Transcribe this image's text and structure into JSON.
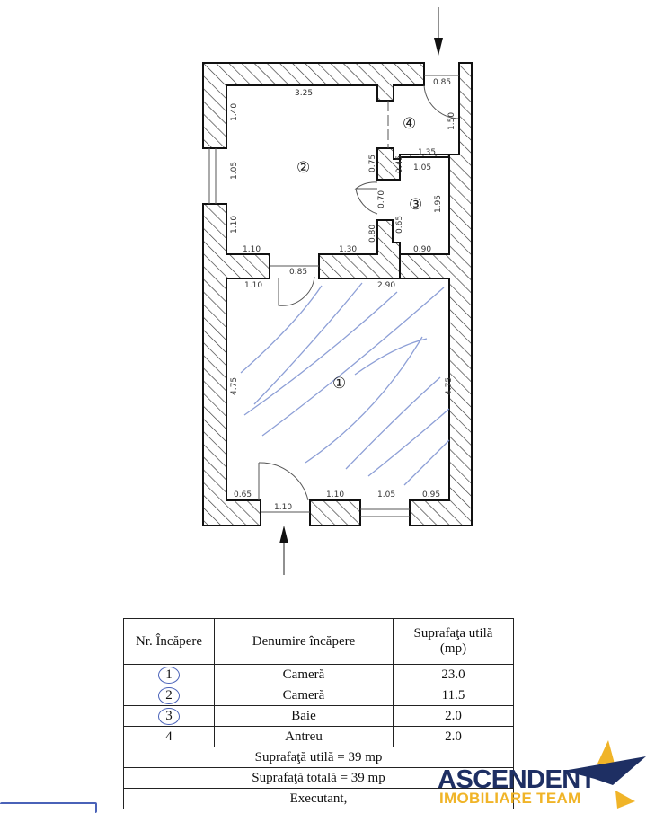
{
  "floor_plan": {
    "rooms": [
      {
        "number": "①",
        "label": "1"
      },
      {
        "number": "②",
        "label": "2"
      },
      {
        "number": "③",
        "label": "3"
      },
      {
        "number": "④",
        "label": "4"
      }
    ],
    "dimensions": {
      "r2_top": "3.25",
      "r2_left_top": "1.40",
      "r2_left_mid": "1.05",
      "r2_left_bot": "1.10",
      "r2_bot_left": "1.10",
      "r2_bot_right": "1.30",
      "r2_right_top": "0.75",
      "r2_door": "0.70",
      "r2_right_bot": "0.80",
      "r4_top": "0.85",
      "r4_right": "1.50",
      "r4_bot": "1.35",
      "r3_top": "1.05",
      "r3_left_top": "0.45",
      "r3_right": "1.95",
      "r3_left_bot": "0.65",
      "r3_bot": "0.90",
      "r1_door_top": "0.85",
      "r1_top_left": "1.10",
      "r1_top_right": "2.90",
      "r1_left": "4.75",
      "r1_right": "4.75",
      "r1_bot_a": "0.65",
      "r1_bot_b": "1.10",
      "r1_bot_c": "1.05",
      "r1_bot_d": "0.95",
      "entry_door": "1.10"
    }
  },
  "legend_table": {
    "headers": [
      "Nr. Încăpere",
      "Denumire încăpere",
      "Suprafaţa utilă (mp)"
    ],
    "header_col3_line1": "Suprafaţa utilă",
    "header_col3_line2": "(mp)",
    "rows": [
      {
        "nr": "1",
        "name": "Cameră",
        "area": "23.0"
      },
      {
        "nr": "2",
        "name": "Cameră",
        "area": "11.5"
      },
      {
        "nr": "3",
        "name": "Baie",
        "area": "2.0"
      },
      {
        "nr": "4",
        "name": "Antreu",
        "area": "2.0"
      }
    ],
    "useful_area": "Suprafaţă utilă = 39 mp",
    "total_area": "Suprafaţă totală =  39 mp",
    "executant": "Executant,"
  },
  "logo": {
    "name": "ASCENDENT",
    "subtitle": "IMOBILIARE TEAM",
    "colors": {
      "navy": "#1e2f63",
      "gold": "#f0b428"
    }
  }
}
